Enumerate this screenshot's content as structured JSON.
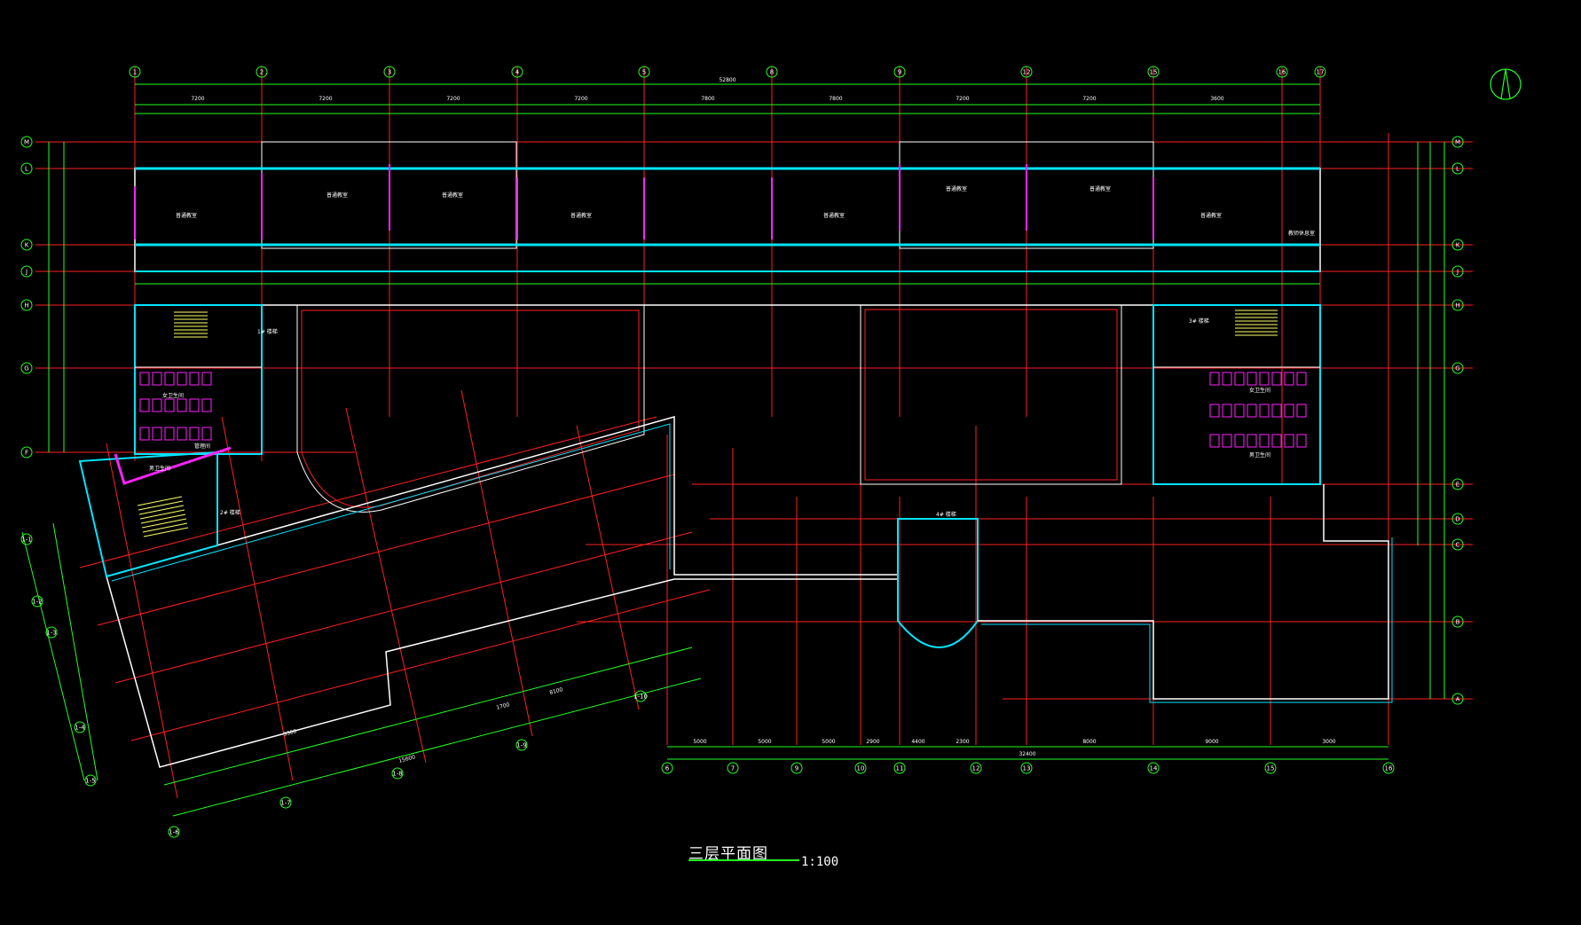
{
  "drawing": {
    "title": "三层平面图",
    "scale": "1:100",
    "overall_dimension_top": "52800",
    "overall_dimension_bottom": "32400"
  },
  "colors": {
    "background": "#000000",
    "grid_line": "#ff2020",
    "dimension": "#22ff22",
    "wall": "#00e5ff",
    "wall_outline": "#ffffff",
    "fixtures": "#ff22ff",
    "stair": "#ffff66"
  },
  "grid_top": [
    "1",
    "2",
    "3",
    "4",
    "5",
    "8",
    "9",
    "12",
    "15",
    "16",
    "17"
  ],
  "grid_bottom": [
    "6",
    "7",
    "9",
    "10",
    "11",
    "12",
    "13",
    "14",
    "15",
    "16"
  ],
  "grid_left": [
    "M",
    "L",
    "K",
    "J",
    "H",
    "G",
    "F"
  ],
  "grid_right": [
    "M",
    "L",
    "K",
    "J",
    "H",
    "G",
    "E",
    "D",
    "C",
    "B",
    "A"
  ],
  "grid_skew": [
    "1-1",
    "1-2",
    "1-3",
    "1-4",
    "1-5",
    "1-6",
    "1-7",
    "1-8",
    "1-9",
    "1-10"
  ],
  "rooms": [
    {
      "name": "普通教室"
    },
    {
      "name": "普通教室"
    },
    {
      "name": "普通教室"
    },
    {
      "name": "普通教室"
    },
    {
      "name": "普通教室"
    },
    {
      "name": "普通教室"
    },
    {
      "name": "普通教室"
    },
    {
      "name": "普通教室"
    },
    {
      "name": "教师休息室"
    },
    {
      "name": "女卫生间"
    },
    {
      "name": "男卫生间"
    },
    {
      "name": "女卫生间"
    },
    {
      "name": "男卫生间"
    },
    {
      "name": "管理间"
    }
  ],
  "stairs": [
    {
      "label": "1# 楼梯"
    },
    {
      "label": "2# 楼梯"
    },
    {
      "label": "3# 楼梯"
    },
    {
      "label": "4# 楼梯"
    }
  ],
  "dims_top": [
    "7200",
    "7200",
    "7200",
    "7200",
    "7800",
    "7800",
    "7200",
    "7200",
    "3600"
  ],
  "dims_bottom": [
    "5000",
    "5000",
    "5000",
    "2900",
    "4400",
    "2300",
    "8000",
    "9000",
    "3000"
  ],
  "dims_skew": [
    "8100",
    "15600",
    "1700",
    "3300"
  ]
}
